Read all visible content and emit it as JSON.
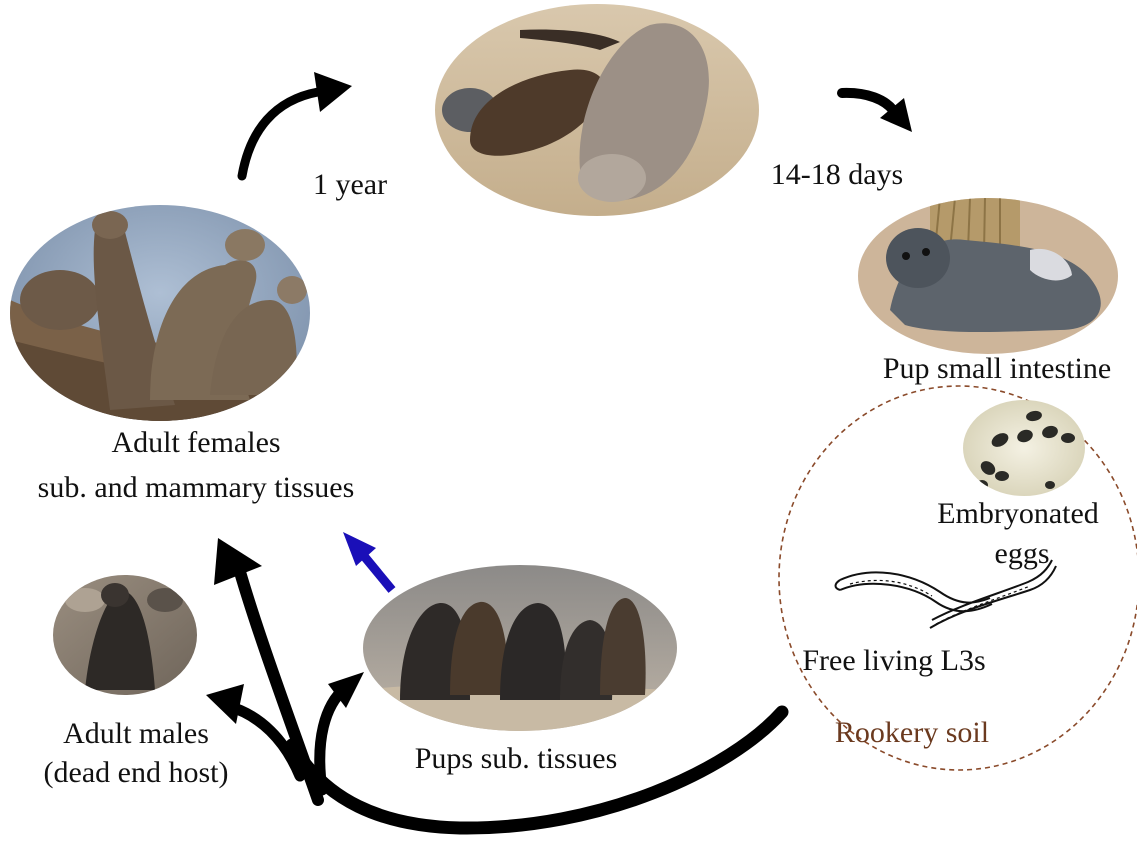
{
  "colors": {
    "background": "#ffffff",
    "text": "#111111",
    "arrow": "#000000",
    "blue_arrow": "#1a0fb8",
    "soil_text": "#6b3a1f",
    "soil_border": "#8a4a2a"
  },
  "stages": {
    "adult_females": {
      "line1": "Adult females",
      "line2": "sub. and mammary tissues"
    },
    "nursing_pup": {
      "caption": ""
    },
    "pup_intestine": {
      "label": "Pup small intestine"
    },
    "eggs": {
      "line1": "Embryonated",
      "line2": "eggs"
    },
    "larvae": {
      "label": "Free living L3s"
    },
    "soil": {
      "label": "Rookery soil"
    },
    "pups_tissues": {
      "label": "Pups sub. tissues"
    },
    "adult_males": {
      "line1": "Adult males",
      "line2": "(dead end host)"
    }
  },
  "durations": {
    "year": "1 year",
    "days": "14-18 days"
  },
  "photos": [
    {
      "name": "adult-females-photo",
      "subject": "adult female fur seals on rocky shore"
    },
    {
      "name": "nursing-photo",
      "subject": "fur seal pup nursing from mother"
    },
    {
      "name": "pup-intestine-photo",
      "subject": "single fur seal pup"
    },
    {
      "name": "eggs-photo",
      "subject": "embryonated eggs under microscope"
    },
    {
      "name": "pups-photo",
      "subject": "group of fur seal pups"
    },
    {
      "name": "adult-male-photo",
      "subject": "adult male fur seal"
    }
  ]
}
